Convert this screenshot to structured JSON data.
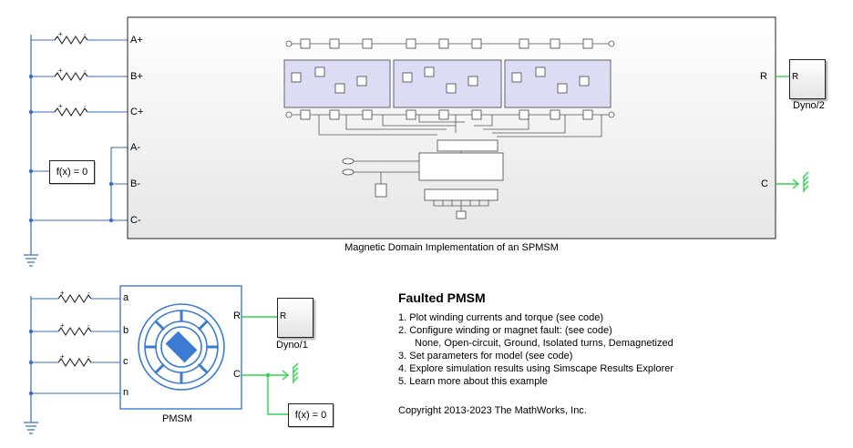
{
  "spmsm": {
    "caption": "Magnetic Domain Implementation of an SPMSM",
    "ports_left": [
      "A+",
      "B+",
      "C+",
      "A-",
      "B-",
      "C-"
    ],
    "port_r": "R",
    "port_c": "C"
  },
  "fx_label": "f(x) = 0",
  "dyno_top": {
    "name": "Dyno/2",
    "port": "R"
  },
  "dyno_bottom": {
    "name": "Dyno/1",
    "port": "R"
  },
  "pmsm": {
    "name": "PMSM",
    "ports_left": [
      "a",
      "b",
      "c",
      "n"
    ],
    "port_r": "R",
    "port_c": "C"
  },
  "notes": {
    "title": "Faulted PMSM",
    "items": [
      "1. Plot winding currents and torque (see code)",
      "2. Configure winding or magnet fault: (see code)",
      "None, Open-circuit, Ground, Isolated turns, Demagnetized",
      "3. Set parameters for model (see code)",
      "4. Explore simulation results using Simscape Results Explorer",
      "5. Learn more about this example"
    ],
    "copyright": "Copyright 2013-2023 The MathWorks, Inc."
  },
  "colors": {
    "electrical": "#3a6cc9",
    "mechanical": "#2bd64a",
    "subsystem_fill": "#dcdcf4",
    "motor_icon": "#3b7bd1"
  }
}
